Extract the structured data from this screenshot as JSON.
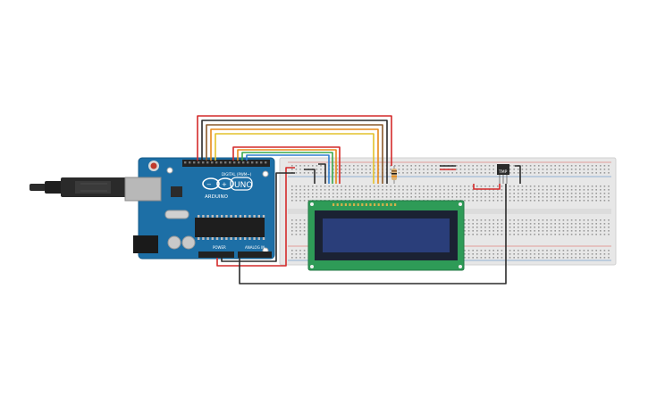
{
  "board": {
    "brand": "ARDUINO",
    "model": "UNO",
    "header_digital": "DIGITAL (PWM~)",
    "header_power": "POWER",
    "header_analog": "ANALOG IN",
    "colors": {
      "pcb": "#1d6fa6",
      "pcb_dark": "#155b8a",
      "header": "#222222"
    }
  },
  "sensor": {
    "label": "TMP"
  },
  "breadboard": {
    "colors": {
      "body": "#e8e8e8",
      "rail_red": "#d9534f",
      "rail_blue": "#3b7bbf"
    }
  },
  "lcd": {
    "colors": {
      "pcb": "#2e9b57",
      "screen": "#2a3e7a",
      "bezel": "#1b2233"
    }
  },
  "wire_colors": {
    "red": "#d42a2a",
    "black": "#2b2b2b",
    "orange": "#e88a1a",
    "yellow": "#e3c22b",
    "brown": "#8a5a2b",
    "green": "#3aa84a",
    "blue": "#2e7dd1"
  },
  "icons": {
    "usb": "usb-plug-icon",
    "reset": "reset-button-icon",
    "power_jack": "dc-jack-icon"
  }
}
